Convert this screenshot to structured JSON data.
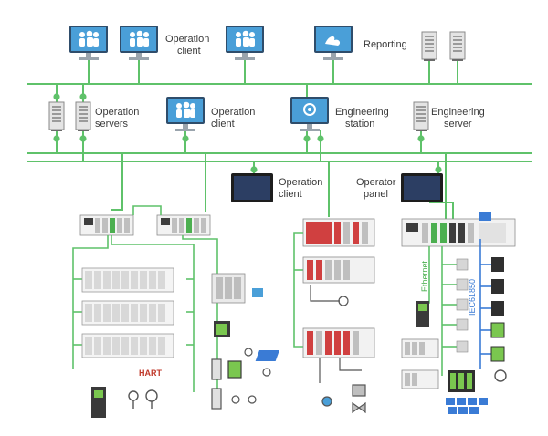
{
  "labels": {
    "operation_client_top": [
      "Operation",
      "client"
    ],
    "reporting": [
      "Reporting"
    ],
    "operation_servers": [
      "Operation",
      "servers"
    ],
    "operation_client_mid": [
      "Operation",
      "client"
    ],
    "engineering_station": [
      "Engineering",
      "station"
    ],
    "engineering_server": [
      "Engineering",
      "server"
    ],
    "operation_client_panel": [
      "Operation",
      "client"
    ],
    "operator_panel": [
      "Operator",
      "panel"
    ],
    "ethernet": "Ethernet",
    "iec61850": "IEC61850",
    "hart": "HART"
  },
  "colors": {
    "network_green": "#5fc26a",
    "field_blue": "#3a7bd5",
    "monitor_screen": "#4a9fd8",
    "panel_screen": "#2c3e63",
    "safety_red": "#d04040",
    "server_gray": "#cfcfcf"
  },
  "icons": {
    "workstation": "monitor-icon",
    "server": "server-tower-icon",
    "plc": "plc-rack-icon",
    "transmitter": "field-transmitter-icon",
    "valve": "control-valve-icon"
  }
}
